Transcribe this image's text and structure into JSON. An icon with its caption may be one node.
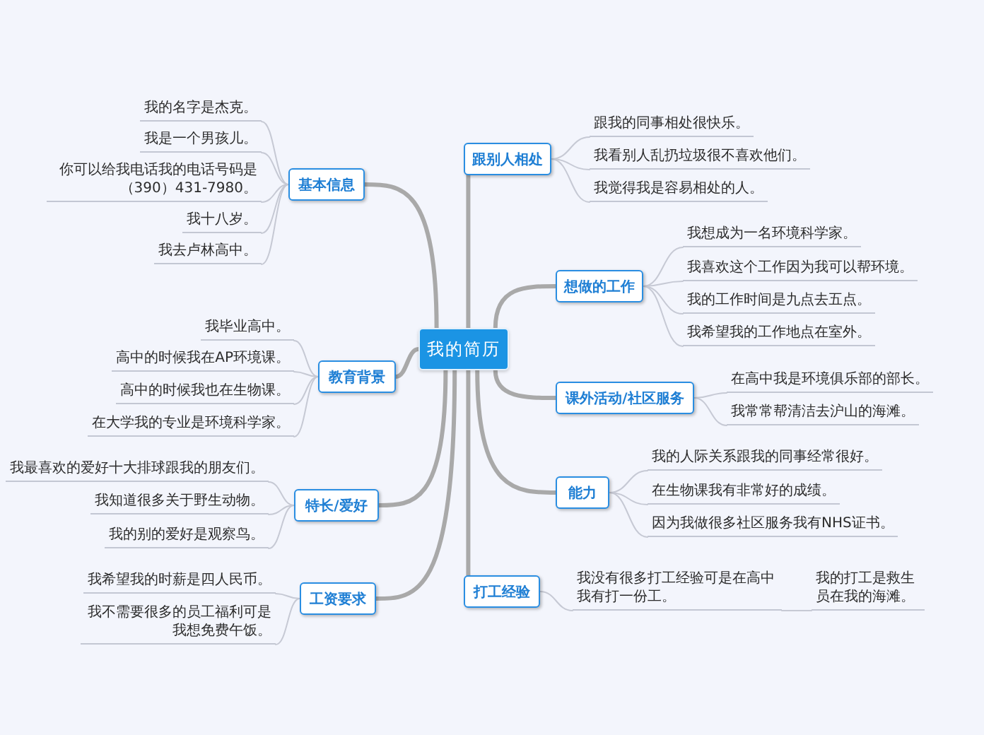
{
  "diagram": {
    "nodes": [
      {
        "text": [
          "我的简历"
        ]
      },
      {
        "text": [
          "跟别人相处"
        ]
      },
      {
        "text": [
          "跟我的同事相处很快乐。"
        ]
      },
      {
        "text": [
          "我看别人乱扔垃圾很不喜欢他们。"
        ]
      },
      {
        "text": [
          "我觉得我是容易相处的人。"
        ]
      },
      {
        "text": [
          "想做的工作"
        ]
      },
      {
        "text": [
          "我想成为一名环境科学家。"
        ]
      },
      {
        "text": [
          "我喜欢这个工作因为我可以帮环境。"
        ]
      },
      {
        "text": [
          "我的工作时间是九点去五点。"
        ]
      },
      {
        "text": [
          "我希望我的工作地点在室外。"
        ]
      },
      {
        "text": [
          "课外活动/社区服务"
        ]
      },
      {
        "text": [
          "在高中我是环境俱乐部的部长。"
        ]
      },
      {
        "text": [
          "我常常帮清洁去沪山的海滩。"
        ]
      },
      {
        "text": [
          "能力"
        ]
      },
      {
        "text": [
          "我的人际关系跟我的同事经常很好。"
        ]
      },
      {
        "text": [
          "在生物课我有非常好的成绩。"
        ]
      },
      {
        "text": [
          "因为我做很多社区服务我有NHS证书。"
        ]
      },
      {
        "text": [
          "打工经验"
        ]
      },
      {
        "text": [
          "我没有很多打工经验可是在高中我有打一份工。"
        ]
      },
      {
        "text": [
          "我的打工是救生员在我的海滩。"
        ]
      },
      {
        "text": [
          "基本信息"
        ]
      },
      {
        "text": [
          "我的名字是杰克。"
        ]
      },
      {
        "text": [
          "我是一个男孩儿。"
        ]
      },
      {
        "text": [
          "你可以给我电话我的电话号码是（390）431-7980。"
        ]
      },
      {
        "text": [
          "我十八岁。"
        ]
      },
      {
        "text": [
          "我去卢林高中。"
        ]
      },
      {
        "text": [
          "教育背景"
        ]
      },
      {
        "text": [
          "我毕业高中。"
        ]
      },
      {
        "text": [
          "高中的时候我在AP环境课。"
        ]
      },
      {
        "text": [
          "高中的时候我也在生物课。"
        ]
      },
      {
        "text": [
          "在大学我的专业是环境科学家。"
        ]
      },
      {
        "text": [
          "特长/爱好"
        ]
      },
      {
        "text": [
          "我最喜欢的爱好十大排球跟我的朋友们。"
        ]
      },
      {
        "text": [
          "我知道很多关于野生动物。"
        ]
      },
      {
        "text": [
          "我的别的爱好是观察鸟。"
        ]
      },
      {
        "text": [
          "工资要求"
        ]
      },
      {
        "text": [
          "我希望我的时薪是四人民币。"
        ]
      },
      {
        "text": [
          "我不需要很多的员工福利可是我想免费午饭。"
        ]
      }
    ],
    "edges": [
      {
        "from": 0,
        "to": 1,
        "arrow": "none",
        "style": "thick",
        "color": "#a9a9a9"
      },
      {
        "from": 0,
        "to": 5,
        "arrow": "none",
        "style": "thick",
        "color": "#a9a9a9"
      },
      {
        "from": 0,
        "to": 10,
        "arrow": "none",
        "style": "thick",
        "color": "#a9a9a9"
      },
      {
        "from": 0,
        "to": 13,
        "arrow": "none",
        "style": "thick",
        "color": "#a9a9a9"
      },
      {
        "from": 0,
        "to": 17,
        "arrow": "none",
        "style": "thick",
        "color": "#a9a9a9"
      },
      {
        "from": 0,
        "to": 20,
        "arrow": "none",
        "style": "thick",
        "color": "#a9a9a9"
      },
      {
        "from": 0,
        "to": 26,
        "arrow": "none",
        "style": "thick",
        "color": "#a9a9a9"
      },
      {
        "from": 0,
        "to": 31,
        "arrow": "none",
        "style": "thick",
        "color": "#a9a9a9"
      },
      {
        "from": 0,
        "to": 35,
        "arrow": "none",
        "style": "thick",
        "color": "#a9a9a9"
      },
      {
        "from": 1,
        "to": 2,
        "arrow": "none"
      },
      {
        "from": 1,
        "to": 3,
        "arrow": "none"
      },
      {
        "from": 1,
        "to": 4,
        "arrow": "none"
      },
      {
        "from": 5,
        "to": 6,
        "arrow": "none"
      },
      {
        "from": 5,
        "to": 7,
        "arrow": "none"
      },
      {
        "from": 5,
        "to": 8,
        "arrow": "none"
      },
      {
        "from": 5,
        "to": 9,
        "arrow": "none"
      },
      {
        "from": 10,
        "to": 11,
        "arrow": "none"
      },
      {
        "from": 10,
        "to": 12,
        "arrow": "none"
      },
      {
        "from": 13,
        "to": 14,
        "arrow": "none"
      },
      {
        "from": 13,
        "to": 15,
        "arrow": "none"
      },
      {
        "from": 13,
        "to": 16,
        "arrow": "none"
      },
      {
        "from": 17,
        "to": 18,
        "arrow": "none"
      },
      {
        "from": 18,
        "to": 19,
        "arrow": "none"
      },
      {
        "from": 20,
        "to": 21,
        "arrow": "none"
      },
      {
        "from": 20,
        "to": 22,
        "arrow": "none"
      },
      {
        "from": 20,
        "to": 23,
        "arrow": "none"
      },
      {
        "from": 20,
        "to": 24,
        "arrow": "none"
      },
      {
        "from": 20,
        "to": 25,
        "arrow": "none"
      },
      {
        "from": 26,
        "to": 27,
        "arrow": "none"
      },
      {
        "from": 26,
        "to": 28,
        "arrow": "none"
      },
      {
        "from": 26,
        "to": 29,
        "arrow": "none"
      },
      {
        "from": 26,
        "to": 30,
        "arrow": "none"
      },
      {
        "from": 31,
        "to": 32,
        "arrow": "none"
      },
      {
        "from": 31,
        "to": 33,
        "arrow": "none"
      },
      {
        "from": 31,
        "to": 34,
        "arrow": "none"
      },
      {
        "from": 35,
        "to": 36,
        "arrow": "none"
      },
      {
        "from": 35,
        "to": 37,
        "arrow": "none"
      }
    ]
  }
}
